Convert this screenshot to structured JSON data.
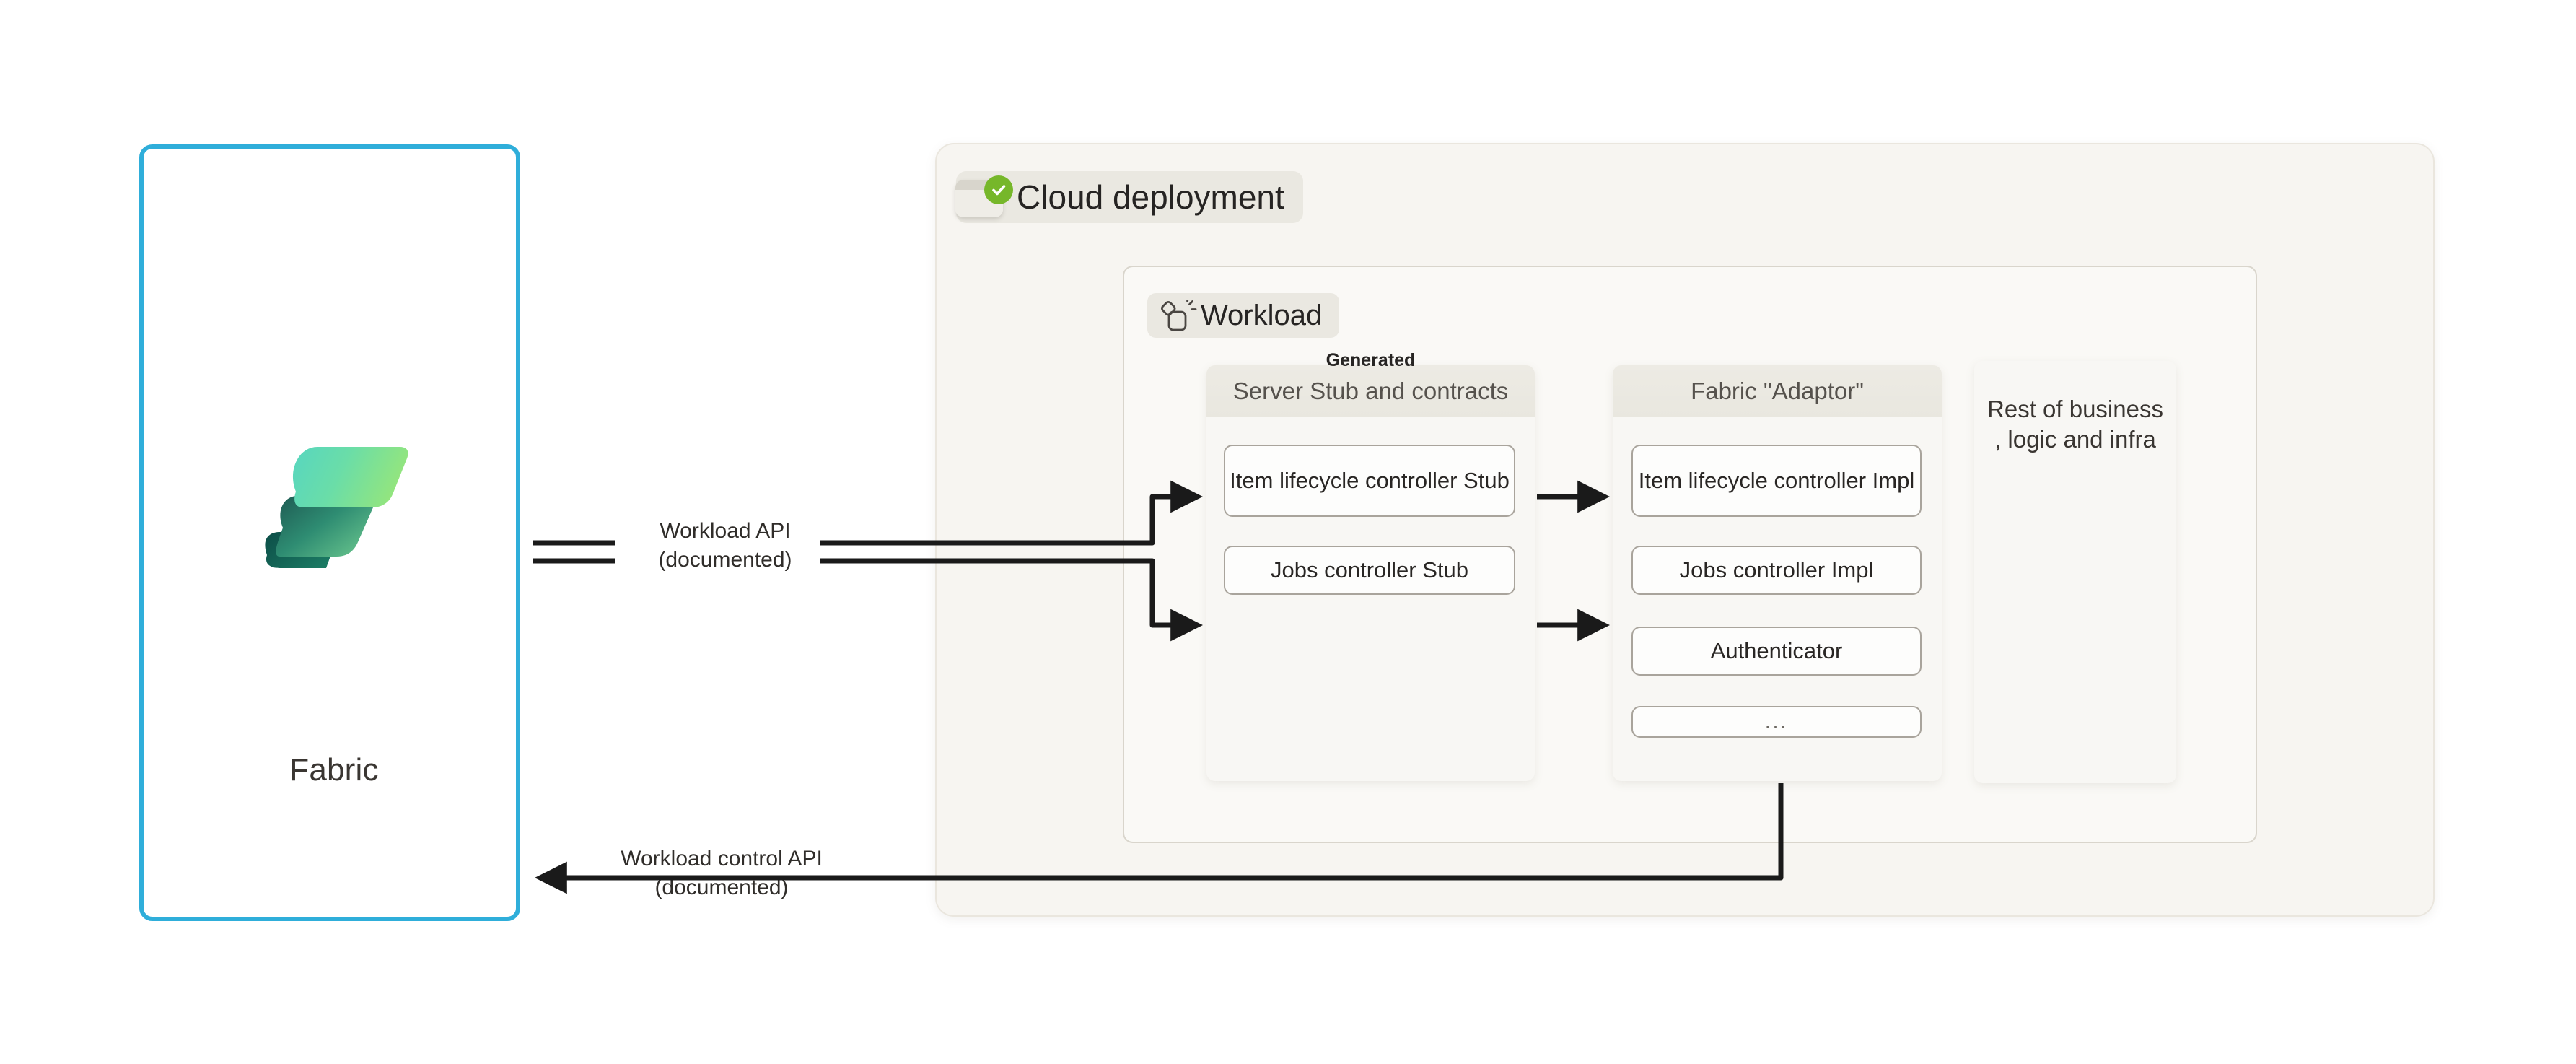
{
  "fabric_panel": {
    "label": "Fabric",
    "logo_icon": "microsoft-fabric-logo",
    "border_color": "#2FAEDA"
  },
  "cloud": {
    "title": "Cloud deployment",
    "icon": "window-with-green-check-icon",
    "check_color": "#76B72A",
    "background": "#F7F5F1"
  },
  "workload": {
    "title": "Workload",
    "icon": "workload-sparkle-icon",
    "columns": [
      {
        "overline": "Generated",
        "header": "Server Stub and contracts",
        "nodes": [
          {
            "label": "Item lifecycle controller Stub"
          },
          {
            "label": "Jobs controller Stub"
          }
        ]
      },
      {
        "overline": "",
        "header": "Fabric \"Adaptor\"",
        "nodes": [
          {
            "label": "Item lifecycle controller Impl"
          },
          {
            "label": "Jobs controller Impl"
          },
          {
            "label": "Authenticator"
          },
          {
            "label": "..."
          }
        ]
      }
    ],
    "rest_panel": {
      "label": "Rest of business , logic and infra"
    }
  },
  "connectors": {
    "workload_api": {
      "line1": "Workload API",
      "line2": "(documented)"
    },
    "control_api": {
      "line1": "Workload control API",
      "line2": "(documented)"
    },
    "stroke_color": "#1A1A1A"
  }
}
